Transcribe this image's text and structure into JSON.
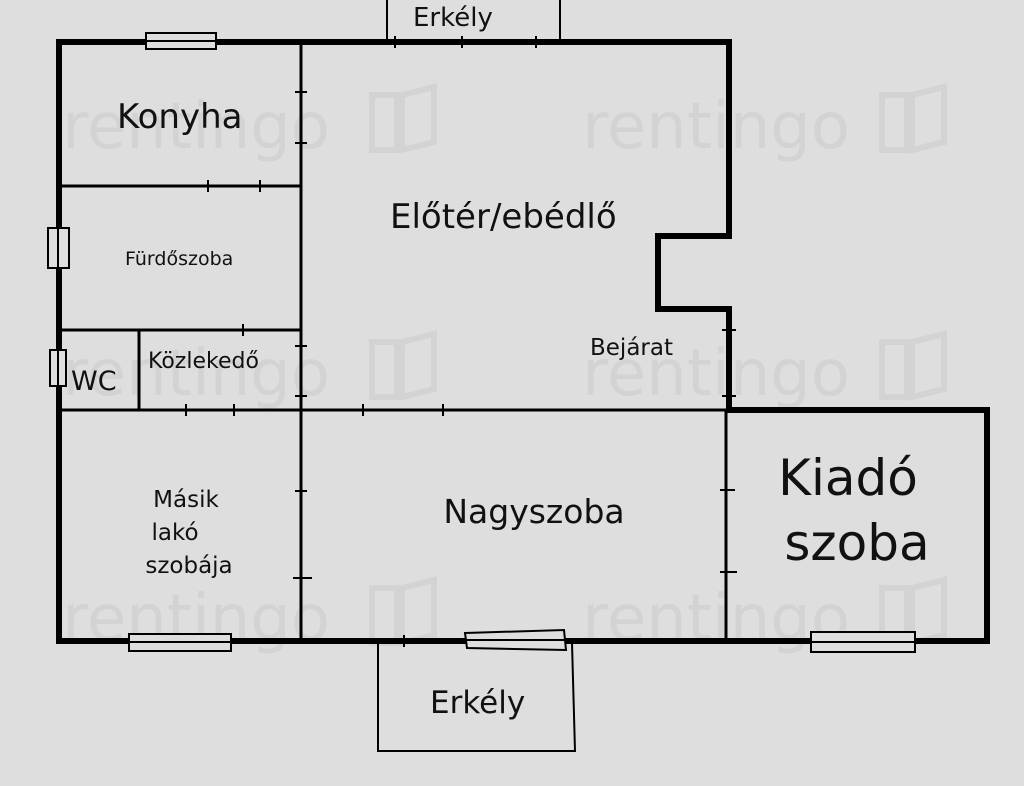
{
  "colors": {
    "background": "#dedede",
    "wall": "#000000",
    "watermark": "#d3d3d3"
  },
  "watermark": {
    "text": "rentingo"
  },
  "rooms": {
    "konyha": "Konyha",
    "furdoszoba": "Fürdőszoba",
    "wc": "WC",
    "kozlekedo": "Közlekedő",
    "eloter": "Előtér/ebédlő",
    "bejarat": "Bejárat",
    "masik_line1": "Másik",
    "masik_line2": "lakó",
    "masik_line3": "szobája",
    "nagyszoba": "Nagyszoba",
    "kiado_line1": "Kiadó",
    "kiado_line2": "szoba"
  },
  "balconies": {
    "top": "Erkély",
    "bottom": "Erkély"
  }
}
